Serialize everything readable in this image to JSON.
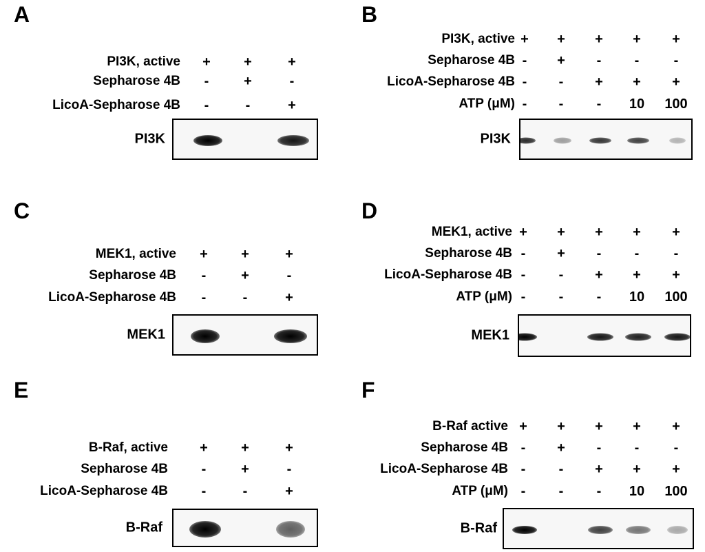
{
  "panels": [
    {
      "letter": "A",
      "rows": [
        {
          "label": "PI3K, active",
          "signs": [
            "+",
            "+",
            "+"
          ]
        },
        {
          "label": "Sepharose 4B",
          "signs": [
            "-",
            "+",
            "-"
          ]
        },
        {
          "label": "LicoA-Sepharose 4B",
          "signs": [
            "-",
            "-",
            "+"
          ]
        }
      ],
      "blot_label": "PI3K",
      "band_intensity": [
        1.0,
        0.0,
        0.9
      ]
    },
    {
      "letter": "B",
      "rows": [
        {
          "label": "PI3K, active",
          "signs": [
            "+",
            "+",
            "+",
            "+",
            "+"
          ]
        },
        {
          "label": "Sepharose 4B",
          "signs": [
            "-",
            "+",
            "-",
            "-",
            "-"
          ]
        },
        {
          "label": "LicoA-Sepharose 4B",
          "signs": [
            "-",
            "-",
            "+",
            "+",
            "+"
          ]
        },
        {
          "label": "ATP (μM)",
          "signs": [
            "-",
            "-",
            "-",
            "10",
            "100"
          ]
        }
      ],
      "blot_label": "PI3K",
      "band_intensity": [
        0.8,
        0.25,
        0.75,
        0.7,
        0.15
      ]
    },
    {
      "letter": "C",
      "rows": [
        {
          "label": "MEK1, active",
          "signs": [
            "+",
            "+",
            "+"
          ]
        },
        {
          "label": "Sepharose 4B",
          "signs": [
            "-",
            "+",
            "-"
          ]
        },
        {
          "label": "LicoA-Sepharose 4B",
          "signs": [
            "-",
            "-",
            "+"
          ]
        }
      ],
      "blot_label": "MEK1",
      "band_intensity": [
        1.0,
        0.0,
        1.0
      ]
    },
    {
      "letter": "D",
      "rows": [
        {
          "label": "MEK1, active",
          "signs": [
            "+",
            "+",
            "+",
            "+",
            "+"
          ]
        },
        {
          "label": "Sepharose 4B",
          "signs": [
            "-",
            "+",
            "-",
            "-",
            "-"
          ]
        },
        {
          "label": "LicoA-Sepharose 4B",
          "signs": [
            "-",
            "-",
            "+",
            "+",
            "+"
          ]
        },
        {
          "label": "ATP (μM)",
          "signs": [
            "-",
            "-",
            "-",
            "10",
            "100"
          ]
        }
      ],
      "blot_label": "MEK1",
      "band_intensity": [
        1.0,
        0.0,
        0.9,
        0.85,
        0.9
      ]
    },
    {
      "letter": "E",
      "rows": [
        {
          "label": "B-Raf, active",
          "signs": [
            "+",
            "+",
            "+"
          ]
        },
        {
          "label": "Sepharose 4B",
          "signs": [
            "-",
            "+",
            "-"
          ]
        },
        {
          "label": "LicoA-Sepharose 4B",
          "signs": [
            "-",
            "-",
            "+"
          ]
        }
      ],
      "blot_label": "B-Raf",
      "band_intensity": [
        1.0,
        0.0,
        0.55
      ]
    },
    {
      "letter": "F",
      "rows": [
        {
          "label": "B-Raf active",
          "signs": [
            "+",
            "+",
            "+",
            "+",
            "+"
          ]
        },
        {
          "label": "Sepharose 4B",
          "signs": [
            "-",
            "+",
            "-",
            "-",
            "-"
          ]
        },
        {
          "label": "LicoA-Sepharose 4B",
          "signs": [
            "-",
            "-",
            "+",
            "+",
            "+"
          ]
        },
        {
          "label": "ATP (μM)",
          "signs": [
            "-",
            "-",
            "-",
            "10",
            "100"
          ]
        }
      ],
      "blot_label": "B-Raf",
      "band_intensity": [
        1.0,
        0.0,
        0.7,
        0.45,
        0.2
      ]
    }
  ]
}
